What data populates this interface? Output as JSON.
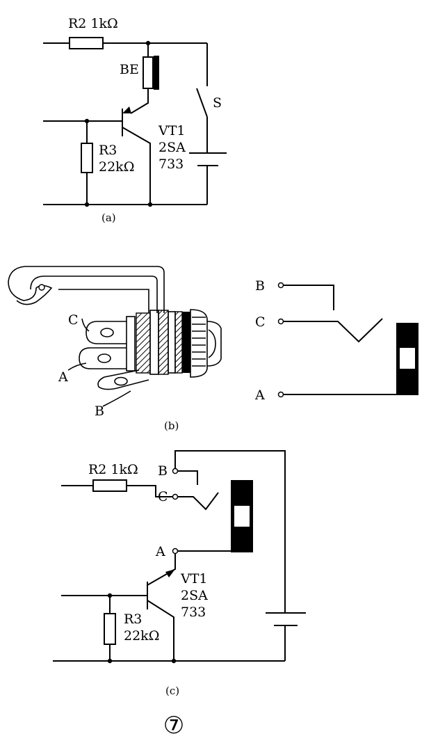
{
  "panel_a": {
    "r2": "R2  1kΩ",
    "be": "BE",
    "s": "S",
    "vt_name": "VT1",
    "vt_type": "2SA",
    "vt_num": "733",
    "r3_name": "R3",
    "r3_value": "22kΩ",
    "caption": "(a)"
  },
  "panel_b": {
    "c": "C",
    "a": "A",
    "b": "B",
    "sch_b": "B",
    "sch_c": "C",
    "sch_a": "A",
    "caption": "(b)"
  },
  "panel_c": {
    "r2": "R2  1kΩ",
    "b": "B",
    "c": "C",
    "a": "A",
    "vt_name": "VT1",
    "vt_type": "2SA",
    "vt_num": "733",
    "r3_name": "R3",
    "r3_value": "22kΩ",
    "caption": "(c)"
  },
  "figure_number": "⑦"
}
